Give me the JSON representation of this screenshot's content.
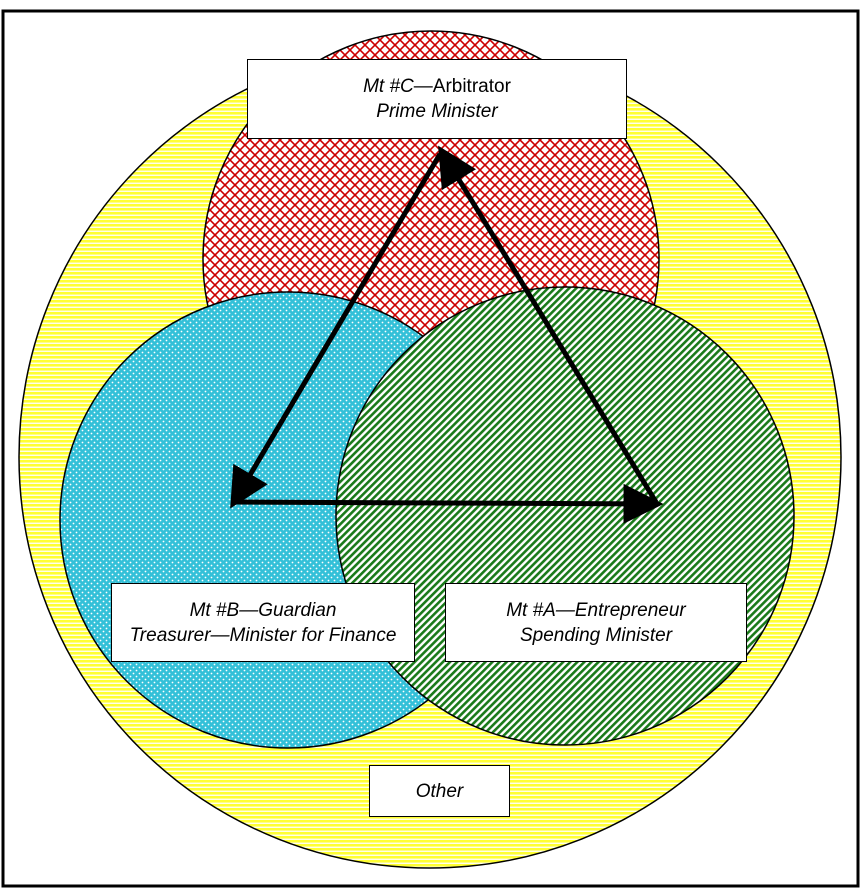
{
  "colors": {
    "outer_fill": "#ffff33",
    "outer_stripe": "#ffffff",
    "mt_c_fill": "#cc0000",
    "mt_b_fill": "#33c0d8",
    "mt_a_fill": "#1a7a1a",
    "arrow": "#000000"
  },
  "mt_c": {
    "title": "Mt #C",
    "role": "—Arbitrator",
    "person": "Prime Minister"
  },
  "mt_b": {
    "title": "Mt #B—Guardian",
    "person": "Treasurer—Minister for Finance"
  },
  "mt_a": {
    "title": "Mt #A—Entrepreneur",
    "person": "Spending Minister"
  },
  "other": {
    "label": "Other"
  }
}
